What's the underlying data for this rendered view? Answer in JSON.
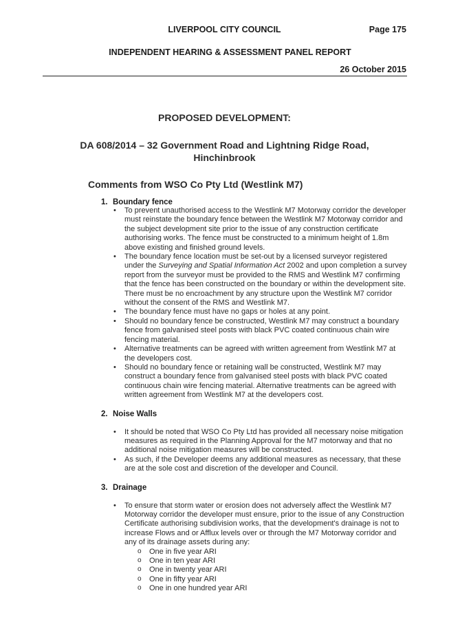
{
  "header": {
    "council": "LIVERPOOL CITY COUNCIL",
    "page": "Page 175",
    "report": "INDEPENDENT HEARING & ASSESSMENT PANEL REPORT",
    "date": "26 October 2015"
  },
  "doc": {
    "title": "PROPOSED DEVELOPMENT:",
    "subtitle_line1": "DA 608/2014 – 32 Government Road and Lightning Ridge Road,",
    "subtitle_line2": "Hinchinbrook",
    "comments_heading": "Comments from WSO Co Pty Ltd (Westlink M7)"
  },
  "sections": [
    {
      "num": "1.",
      "title": "Boundary fence",
      "bullets": [
        "To prevent unauthorised access to the Westlink M7 Motorway corridor the developer must reinstate the boundary fence between the Westlink M7 Motorway corridor and the subject development site prior to the issue of any construction certificate authorising works. The fence must be constructed to a minimum height of 1.8m above existing and finished ground levels.",
        {
          "before": "The boundary fence location must be set-out by a licensed surveyor registered under the ",
          "italic": "Surveying and Spatial Information Act",
          "after": " 2002 and upon completion a survey report from the surveyor must be provided to the RMS and Westlink M7 confirming that the fence has been constructed on the boundary or within the development site.  There must be no encroachment by any structure upon the Westlink M7 corridor without the consent of the RMS and Westlink M7."
        },
        "The boundary fence must have no gaps or holes at any point.",
        "Should no boundary fence be constructed, Westlink M7 may construct a boundary fence from galvanised steel posts with black PVC coated continuous chain wire fencing material.",
        "Alternative treatments can be agreed with written agreement from Westlink M7 at the developers cost.",
        "Should no boundary fence or retaining wall be constructed, Westlink M7 may construct a boundary fence from galvanised steel posts with black PVC coated continuous chain wire fencing material. Alternative treatments can be agreed with written agreement from Westlink M7 at the developers cost."
      ]
    },
    {
      "num": "2.",
      "title": "Noise Walls",
      "bullets": [
        "It should be noted that WSO Co Pty Ltd has provided all necessary noise mitigation measures as required in the Planning Approval for the M7 motorway and that no additional noise mitigation measures will be constructed.",
        "As such, if the Developer deems any additional measures as necessary, that these are at the sole cost and discretion of the developer and Council."
      ]
    },
    {
      "num": "3.",
      "title": "Drainage",
      "bullets": [
        "To ensure that storm water or erosion does not adversely affect the Westlink M7 Motorway corridor the developer must ensure, prior to the issue of any Construction Certificate authorising subdivision works, that the development's drainage is not to increase Flows and or Afflux levels over or through the M7 Motorway corridor and any of its drainage assets during any:"
      ],
      "sub_bullets": [
        "One in five year ARI",
        "One in ten year ARI",
        "One in twenty year ARI",
        "One in fifty year ARI",
        "One in one hundred year ARI"
      ]
    }
  ]
}
